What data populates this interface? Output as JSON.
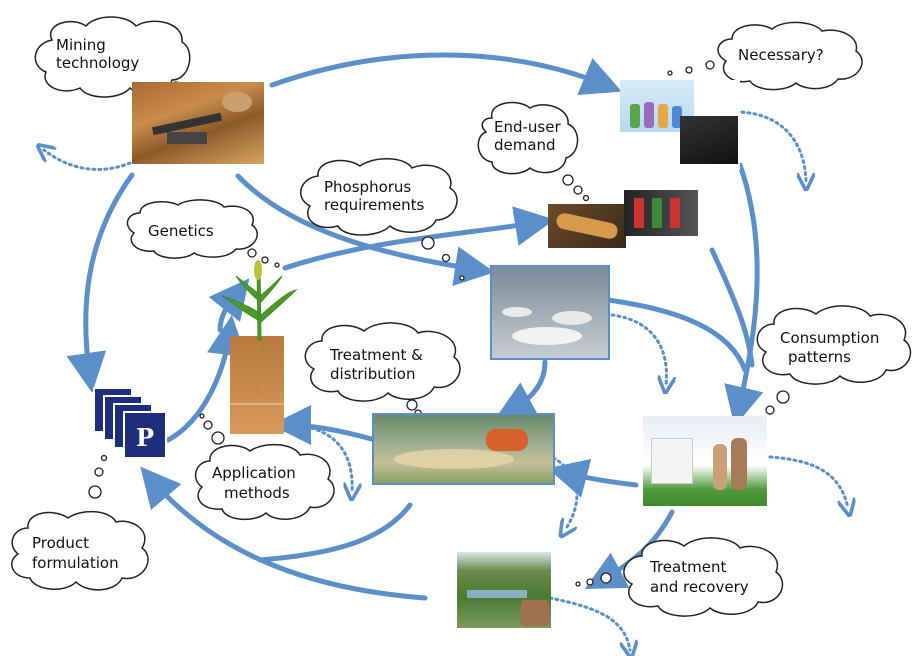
{
  "clouds": {
    "mining": [
      "Mining",
      "technology"
    ],
    "necessary": [
      "Necessary?"
    ],
    "enduser": [
      "End-user",
      "demand"
    ],
    "phosphorus": [
      "Phosphorus",
      "requirements"
    ],
    "genetics": [
      "Genetics"
    ],
    "consumption": [
      "Consumption",
      "patterns"
    ],
    "treatment_dist": [
      "Treatment &",
      "distribution"
    ],
    "application": [
      "Application",
      "methods"
    ],
    "product": [
      "Product",
      "formulation"
    ],
    "treatment_rec": [
      "Treatment",
      "and recovery"
    ]
  },
  "fertilizer_label": "P",
  "colors": {
    "arrow": "#5b8fc9",
    "cloud_stroke": "#222222"
  }
}
